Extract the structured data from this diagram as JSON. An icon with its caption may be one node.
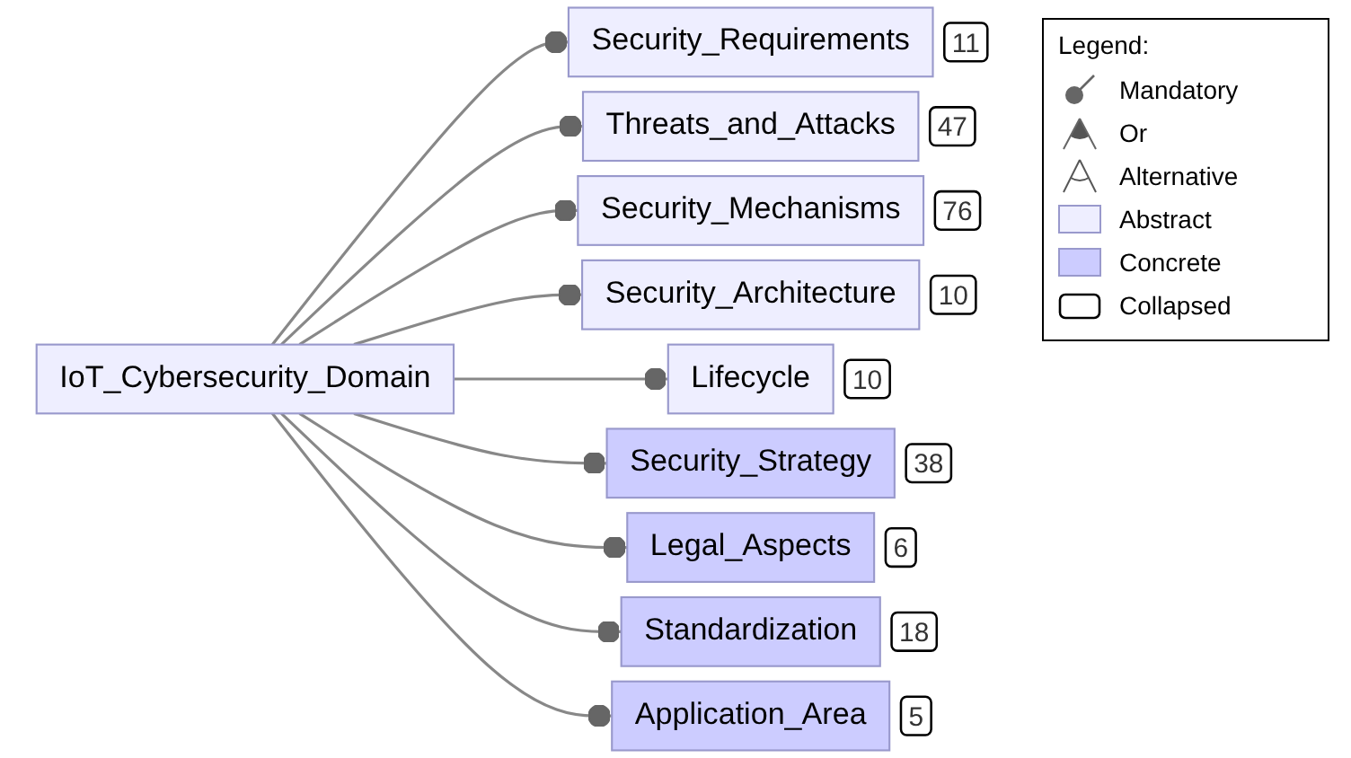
{
  "diagram": {
    "nodes": [
      {
        "text": [
          "IoT_Cybersecurity_Domain"
        ]
      },
      {
        "text": [
          "Security_Requirements"
        ],
        "beside": [
          "11"
        ]
      },
      {
        "text": [
          "Threats_and_Attacks"
        ],
        "beside": [
          "47"
        ]
      },
      {
        "text": [
          "Security_Mechanisms"
        ],
        "beside": [
          "76"
        ]
      },
      {
        "text": [
          "Security_Architecture"
        ],
        "beside": [
          "10"
        ]
      },
      {
        "text": [
          "Lifecycle"
        ],
        "beside": [
          "10"
        ]
      },
      {
        "text": [
          "Security_Strategy"
        ],
        "beside": [
          "38"
        ]
      },
      {
        "text": [
          "Legal_Aspects"
        ],
        "beside": [
          "6"
        ]
      },
      {
        "text": [
          "Standardization"
        ],
        "beside": [
          "18"
        ]
      },
      {
        "text": [
          "Application_Area"
        ],
        "beside": [
          "5"
        ]
      }
    ],
    "edges": [
      {
        "from": 0,
        "to": 1,
        "arrow": "other"
      },
      {
        "from": 0,
        "to": 2,
        "arrow": "other"
      },
      {
        "from": 0,
        "to": 3,
        "arrow": "other"
      },
      {
        "from": 0,
        "to": 4,
        "arrow": "other"
      },
      {
        "from": 0,
        "to": 5,
        "arrow": "other"
      },
      {
        "from": 0,
        "to": 6,
        "arrow": "other"
      },
      {
        "from": 0,
        "to": 7,
        "arrow": "other"
      },
      {
        "from": 0,
        "to": 8,
        "arrow": "other"
      },
      {
        "from": 0,
        "to": 9,
        "arrow": "other"
      }
    ],
    "labels": [
      "Legend:"
    ],
    "legend": [
      {
        "text": "Mandatory"
      },
      {
        "text": "Or"
      },
      {
        "text": "Alternative"
      },
      {
        "text": "Abstract",
        "color": "#eeeeff"
      },
      {
        "text": "Concrete",
        "color": "#ccccff"
      },
      {
        "text": "Collapsed"
      }
    ]
  }
}
